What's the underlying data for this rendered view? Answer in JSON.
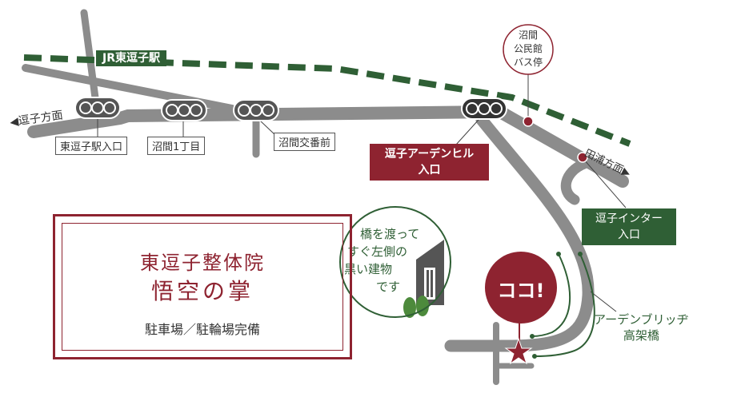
{
  "rail": {
    "station_label": "JR東逗子駅"
  },
  "directions": {
    "zushi": "◀逗子方面",
    "taura": "田浦方面▶"
  },
  "intersections": [
    {
      "label": "東逗子駅入口"
    },
    {
      "label": "沼間1丁目"
    },
    {
      "label": "沼間交番前"
    },
    {
      "label_line1": "逗子アーデンヒル",
      "label_line2": "入口"
    }
  ],
  "bus_stop": {
    "line1": "沼間",
    "line2": "公民館",
    "line3": "バス停"
  },
  "interchange": {
    "line1": "逗子インター",
    "line2": "入口"
  },
  "bridge": {
    "line1": "アーデンブリッヂ",
    "line2": "高架橋"
  },
  "marker": {
    "label": "ココ!"
  },
  "shop": {
    "name_line1": "東逗子整体院",
    "name_line2": "悟空の掌",
    "facilities": "駐車場／駐輪場完備"
  },
  "callout": {
    "line1": "橋を渡って",
    "line2": "すぐ左側の",
    "line3": "黒い建物",
    "line4": "です"
  },
  "colors": {
    "road": "#8c8c8c",
    "green": "#2f5f35",
    "red": "#8e2330",
    "signal": "#555555"
  }
}
